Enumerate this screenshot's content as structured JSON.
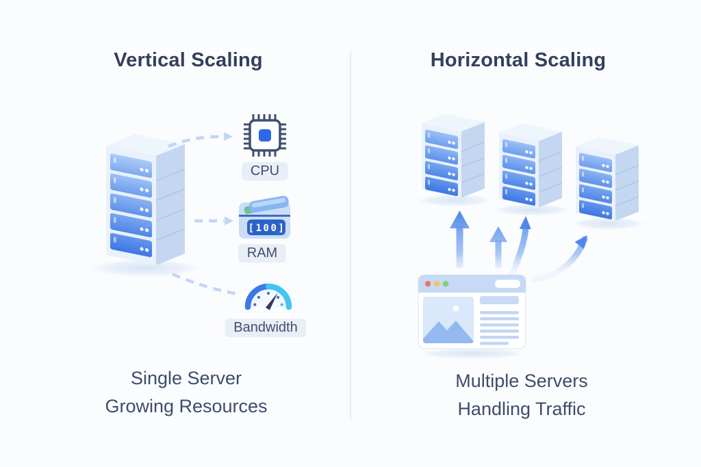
{
  "titles": {
    "left": "Vertical Scaling",
    "right": "Horizontal Scaling"
  },
  "left_panel": {
    "caption": [
      "Single Server",
      "Growing Resources"
    ],
    "labels": {
      "cpu": "CPU",
      "ram": "RAM",
      "bandwidth": "Bandwidth"
    },
    "ram_display": "[100]"
  },
  "right_panel": {
    "caption": [
      "Multiple Servers",
      "Handling Traffic"
    ]
  },
  "icons": {
    "left_server": "server-tower-icon",
    "cpu": "cpu-chip-icon",
    "ram": "ram-module-icon",
    "bandwidth": "speedometer-gauge-icon",
    "right_servers": "server-tower-icon",
    "browser": "browser-window-icon",
    "up_arrows": "up-arrow-icon",
    "dashed_links": "dashed-arrow-icon"
  },
  "colors": {
    "background": "#fbfcfe",
    "title_text": "#333f5c",
    "caption_text": "#3d4c6a",
    "divider": "#e9ebf0",
    "label_pill_bg": "#e9eef7",
    "server_front": "#e9f1fb",
    "server_side": "#c5d7f0",
    "server_top": "#eef5fd",
    "slot_blue_light": "#97bdf5",
    "slot_blue_dark": "#3e77e2",
    "arrow_blue": "#4b85ea",
    "dashed_arrow": "#c2d6f4",
    "cpu_outline": "#3f4f6e",
    "cpu_core": "#2c69e4",
    "ram_plate": "#2d63c9",
    "gauge_left": "#3c79e8",
    "gauge_right": "#42c5f2",
    "browser_bar": "#c6d9f5",
    "dot_red": "#e8756b",
    "dot_yellow": "#f0c95c",
    "dot_green": "#84d170"
  }
}
